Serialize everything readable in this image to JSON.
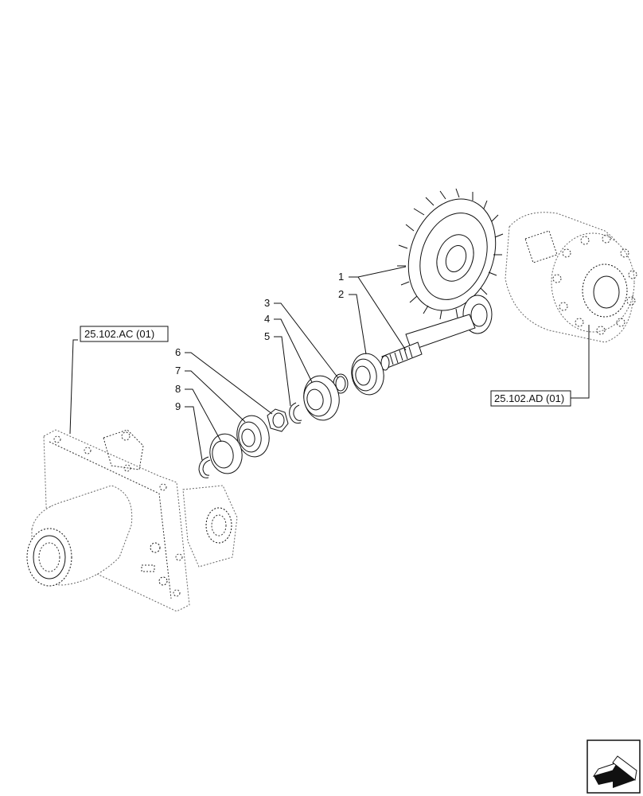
{
  "references": {
    "left_ref": "25.102.AC (01)",
    "right_ref": "25.102.AD (01)"
  },
  "callouts": [
    "1",
    "2",
    "3",
    "4",
    "5",
    "6",
    "7",
    "8",
    "9"
  ],
  "nav": {
    "icon": "next-page-arrow-icon"
  }
}
